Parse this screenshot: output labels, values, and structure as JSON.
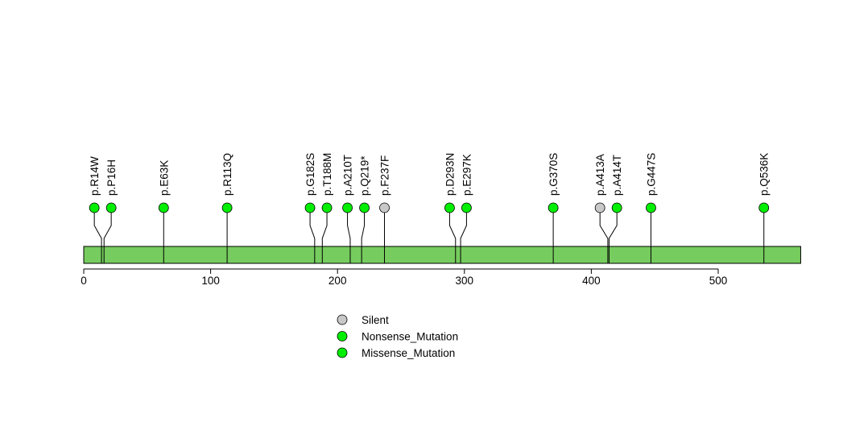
{
  "chart_data": {
    "type": "lollipop",
    "title": "",
    "xlabel": "",
    "ylabel": "",
    "xlim": [
      0,
      565
    ],
    "x_ticks": [
      0,
      100,
      200,
      300,
      400,
      500
    ],
    "x_tick_labels": [
      "0",
      "100",
      "200",
      "300",
      "400",
      "500"
    ],
    "protein_length": 565,
    "colors": {
      "domain": "#76cc5e",
      "Silent": "#c8c8c8",
      "Nonsense_Mutation": "#00ee00",
      "Missense_Mutation": "#00ee00"
    },
    "mutations": [
      {
        "label": "p.R14W",
        "position": 14,
        "type": "Missense_Mutation"
      },
      {
        "label": "p.P16H",
        "position": 16,
        "type": "Missense_Mutation"
      },
      {
        "label": "p.E63K",
        "position": 63,
        "type": "Missense_Mutation"
      },
      {
        "label": "p.R113Q",
        "position": 113,
        "type": "Missense_Mutation"
      },
      {
        "label": "p.G182S",
        "position": 182,
        "type": "Missense_Mutation"
      },
      {
        "label": "p.T188M",
        "position": 188,
        "type": "Missense_Mutation"
      },
      {
        "label": "p.A210T",
        "position": 210,
        "type": "Missense_Mutation"
      },
      {
        "label": "p.Q219*",
        "position": 219,
        "type": "Nonsense_Mutation"
      },
      {
        "label": "p.F237F",
        "position": 237,
        "type": "Silent"
      },
      {
        "label": "p.D293N",
        "position": 293,
        "type": "Missense_Mutation"
      },
      {
        "label": "p.E297K",
        "position": 297,
        "type": "Missense_Mutation"
      },
      {
        "label": "p.G370S",
        "position": 370,
        "type": "Missense_Mutation"
      },
      {
        "label": "p.A413A",
        "position": 413,
        "type": "Silent"
      },
      {
        "label": "p.A414T",
        "position": 414,
        "type": "Missense_Mutation"
      },
      {
        "label": "p.G447S",
        "position": 447,
        "type": "Missense_Mutation"
      },
      {
        "label": "p.Q536K",
        "position": 536,
        "type": "Missense_Mutation"
      }
    ],
    "legend": {
      "placement": "bottom-center",
      "entries": [
        {
          "label": "Silent",
          "color": "#c8c8c8"
        },
        {
          "label": "Nonsense_Mutation",
          "color": "#00ee00"
        },
        {
          "label": "Missense_Mutation",
          "color": "#00ee00"
        }
      ]
    }
  }
}
